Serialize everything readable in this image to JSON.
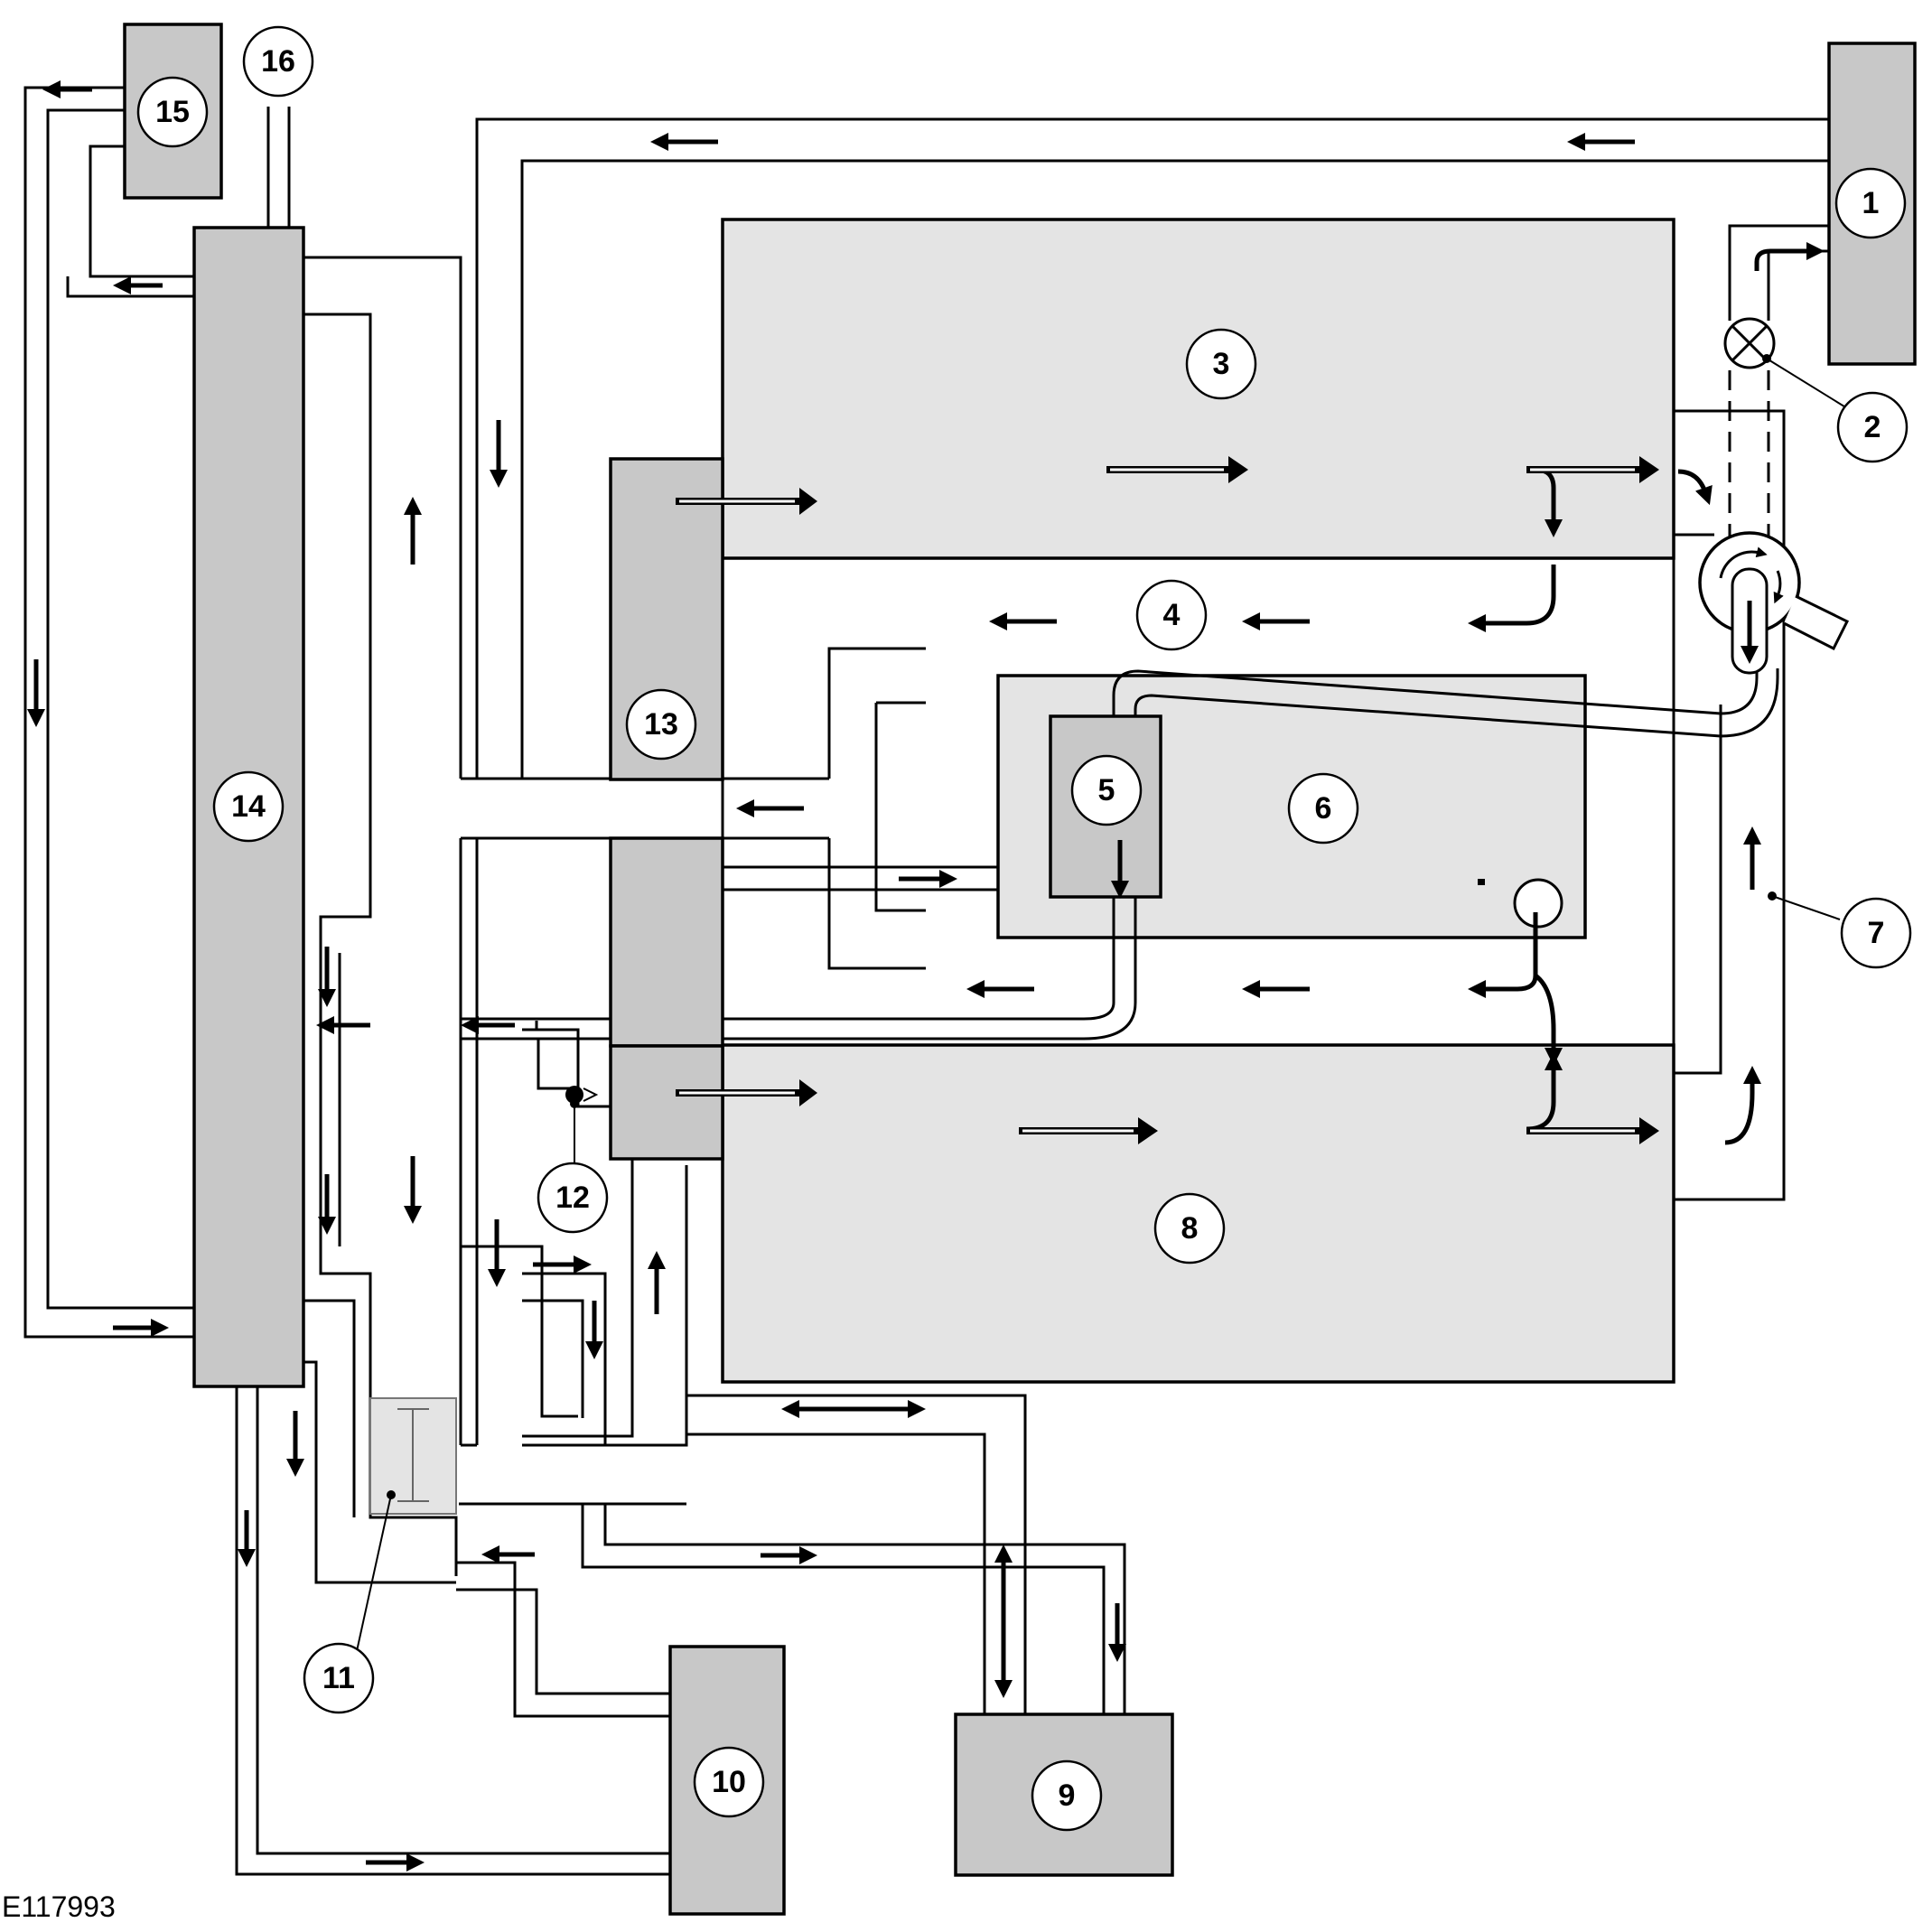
{
  "figure": {
    "id": "E117993",
    "callouts": [
      "1",
      "2",
      "3",
      "4",
      "5",
      "6",
      "7",
      "8",
      "9",
      "10",
      "11",
      "12",
      "13",
      "14",
      "15",
      "16"
    ]
  },
  "colors": {
    "component_fill": "#c8c8c8",
    "engine_fill": "#e4e4e4",
    "line": "#000000",
    "background": "#ffffff"
  }
}
